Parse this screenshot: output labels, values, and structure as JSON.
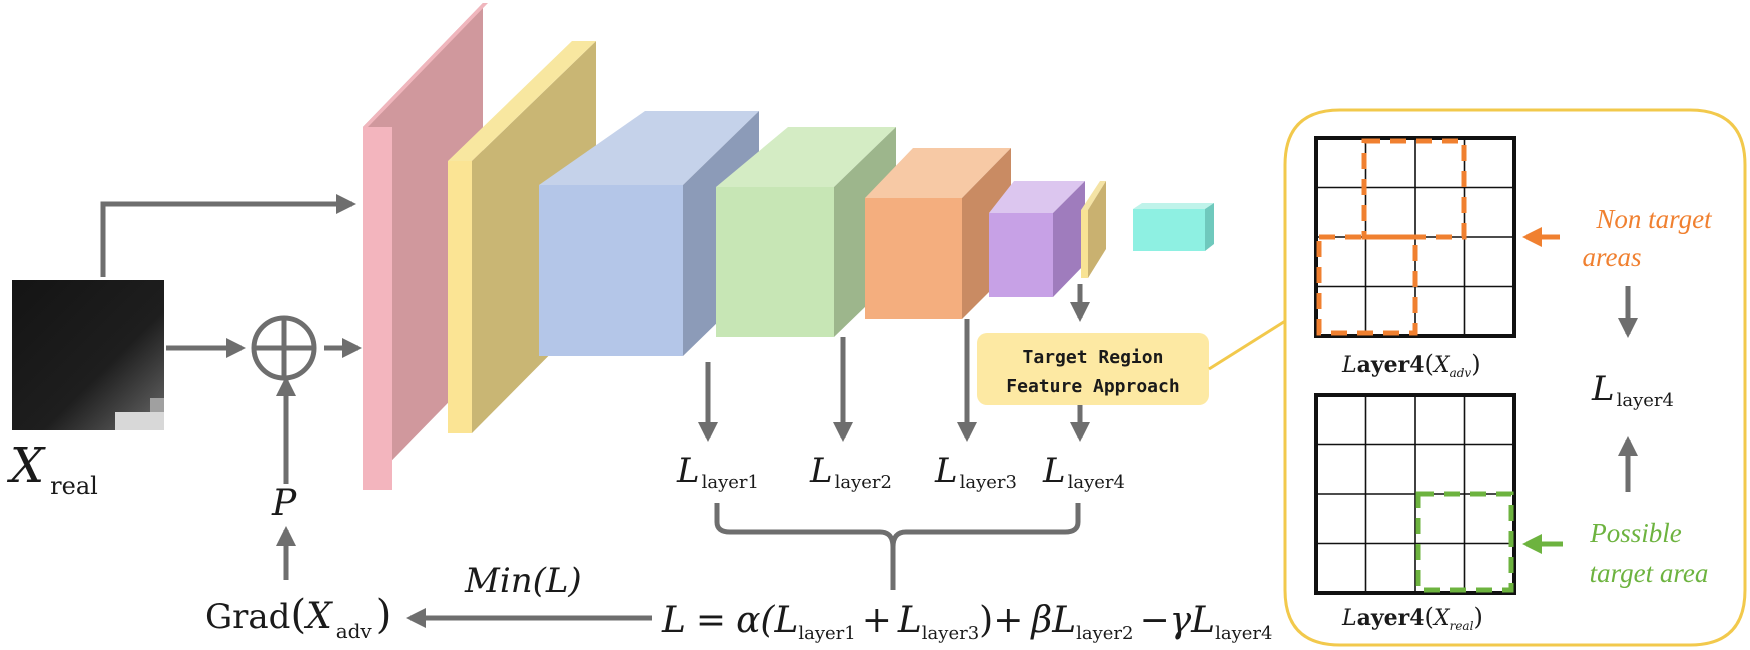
{
  "input": {
    "symbol": "X",
    "subscript": "real"
  },
  "perturbation": {
    "label": "P"
  },
  "gradient": {
    "func": "Grad",
    "symbol": "X",
    "subscript": "adv"
  },
  "minimize": {
    "text": "Min(L)"
  },
  "target_box": {
    "line1": "Target Region",
    "line2": "Feature Approach"
  },
  "losses": [
    {
      "symbol": "L",
      "subscript": "layer1"
    },
    {
      "symbol": "L",
      "subscript": "layer2"
    },
    {
      "symbol": "L",
      "subscript": "layer3"
    },
    {
      "symbol": "L",
      "subscript": "layer4"
    }
  ],
  "formula": {
    "lhs": "L",
    "eq": "=",
    "alpha": "α(",
    "l1": "L",
    "l1_sub": "layer1",
    "plus1": "+",
    "l3": "L",
    "l3_sub": "layer3",
    "close_plus": ")+",
    "beta": "β",
    "l2": "L",
    "l2_sub": "layer2",
    "minus_gamma": "−γ",
    "l4": "L",
    "l4_sub": "layer4"
  },
  "panel": {
    "non_target_line1": "Non target",
    "non_target_line2": "areas",
    "possible_line1": "Possible",
    "possible_line2": "target area",
    "grid_top_caption": {
      "prefix": "L",
      "bold": "ayer4",
      "symbol": "X",
      "subscript": "adv"
    },
    "grid_bottom_caption": {
      "prefix": "L",
      "bold": "ayer4",
      "symbol": "X",
      "subscript": "real"
    },
    "loss": {
      "symbol": "L",
      "subscript": "layer4"
    }
  },
  "colors": {
    "arrow": "#6e6e6e",
    "panel_border": "#f2c94c",
    "target_box_fill": "#fde9a3",
    "non_target": "#f08030",
    "possible_target": "#6db33f"
  }
}
